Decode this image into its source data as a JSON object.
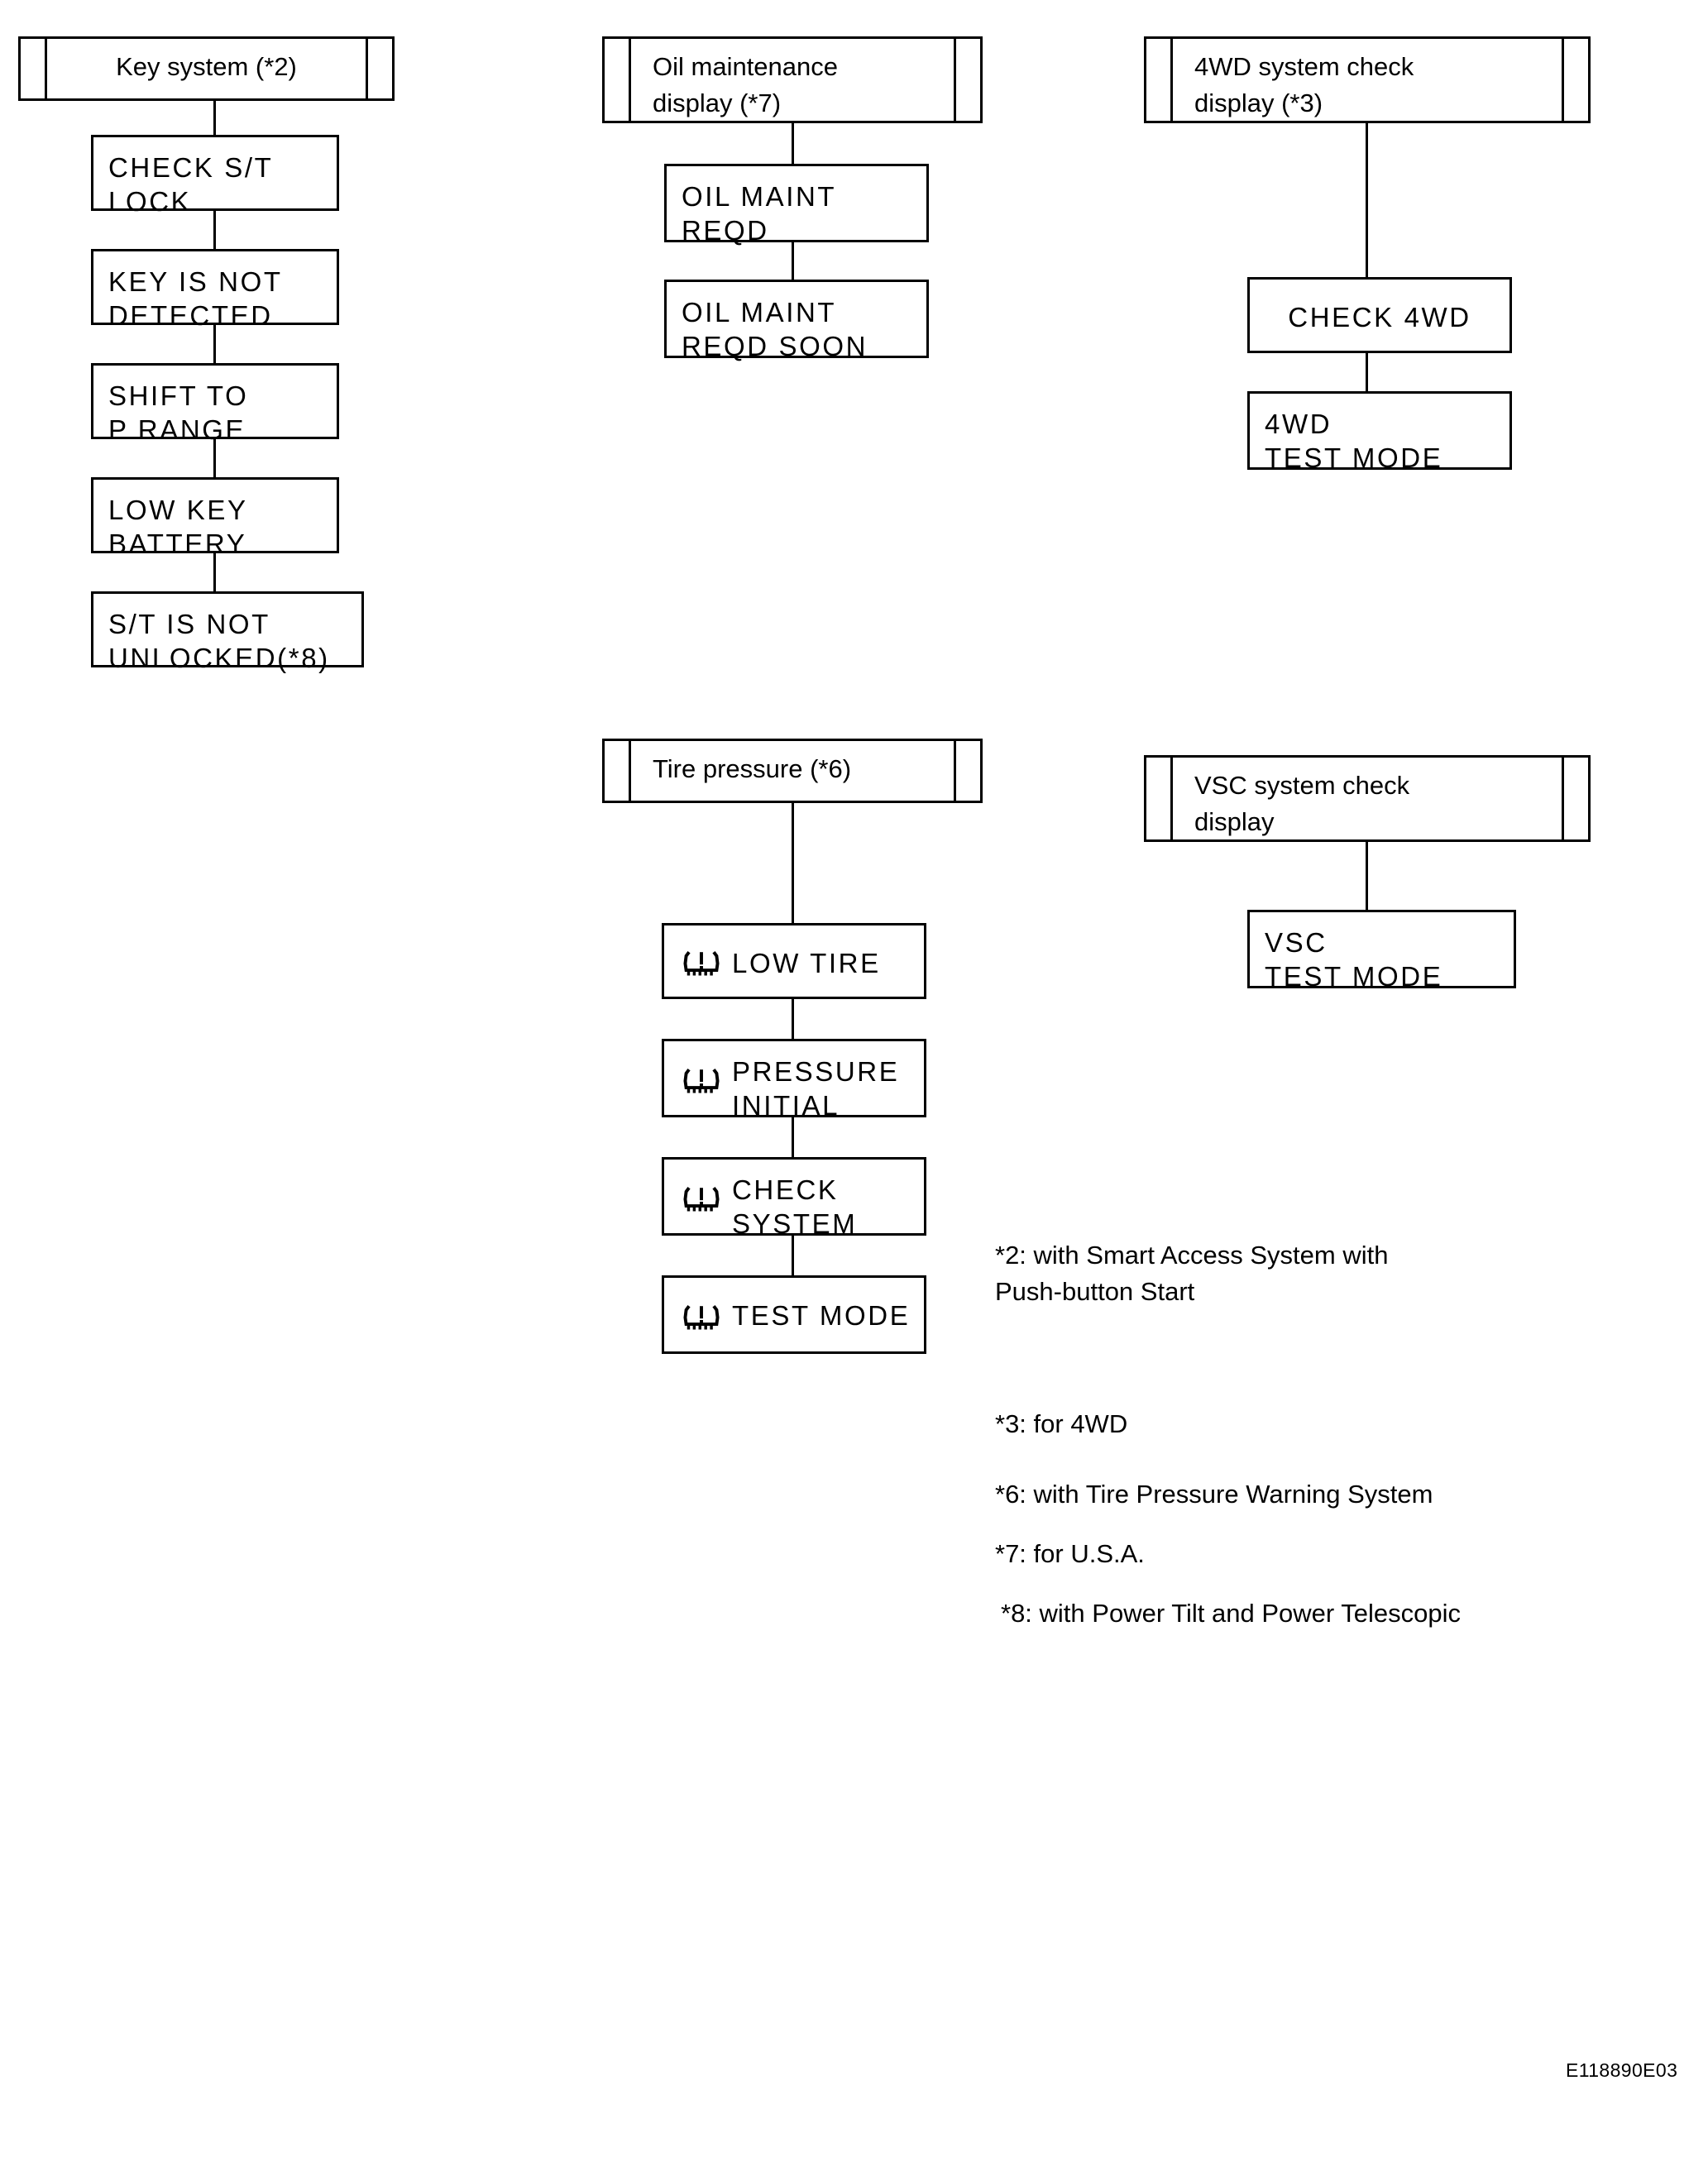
{
  "figure": {
    "id_code": "E118890E03"
  },
  "columns": [
    {
      "key": "key_system",
      "header": {
        "title": "Key system (*2)",
        "align": "center"
      },
      "boxes": [
        {
          "text": "CHECK  S/T\nLOCK",
          "align": "left",
          "icon": null
        },
        {
          "text": "KEY  IS  NOT\nDETECTED",
          "align": "left",
          "icon": null
        },
        {
          "text": "SHIFT  TO\nP RANGE",
          "align": "left",
          "icon": null
        },
        {
          "text": "LOW KEY\nBATTERY",
          "align": "left",
          "icon": null
        },
        {
          "text": "S/T  IS  NOT\nUNLOCKED(*8)",
          "align": "left",
          "icon": null
        }
      ]
    },
    {
      "key": "oil_maintenance",
      "header": {
        "title": "Oil maintenance\ndisplay (*7)",
        "align": "left"
      },
      "boxes": [
        {
          "text": "OIL  MAINT\nREQD",
          "align": "left",
          "icon": null
        },
        {
          "text": "OIL  MAINT\nREQD SOON",
          "align": "left",
          "icon": null
        }
      ]
    },
    {
      "key": "tire_pressure",
      "header": {
        "title": "Tire pressure (*6)",
        "align": "left"
      },
      "boxes": [
        {
          "text": "LOW  TIRE",
          "align": "left",
          "icon": "tpms-warning-icon"
        },
        {
          "text": "PRESSURE\nINITIAL",
          "align": "left",
          "icon": "tpms-warning-icon"
        },
        {
          "text": "CHECK\nSYSTEM",
          "align": "left",
          "icon": "tpms-warning-icon"
        },
        {
          "text": "TEST  MODE",
          "align": "left",
          "icon": "tpms-warning-icon"
        }
      ]
    },
    {
      "key": "four_wd_system",
      "header": {
        "title": "4WD system check\ndisplay (*3)",
        "align": "left"
      },
      "boxes": [
        {
          "text": "CHECK  4WD",
          "align": "center",
          "icon": null
        },
        {
          "text": "4WD\nTEST  MODE",
          "align": "left",
          "icon": null
        }
      ]
    },
    {
      "key": "vsc_system",
      "header": {
        "title": "VSC system check\ndisplay",
        "align": "left"
      },
      "boxes": [
        {
          "text": "VSC\nTEST  MODE",
          "align": "left",
          "icon": null
        }
      ]
    }
  ],
  "footnotes": [
    {
      "text": "*2: with Smart Access System with\nPush-button Start"
    },
    {
      "text": "*3: for 4WD"
    },
    {
      "text": "*6: with Tire Pressure Warning System"
    },
    {
      "text": "*7: for U.S.A."
    },
    {
      "text": "*8: with Power Tilt and Power Telescopic"
    }
  ]
}
